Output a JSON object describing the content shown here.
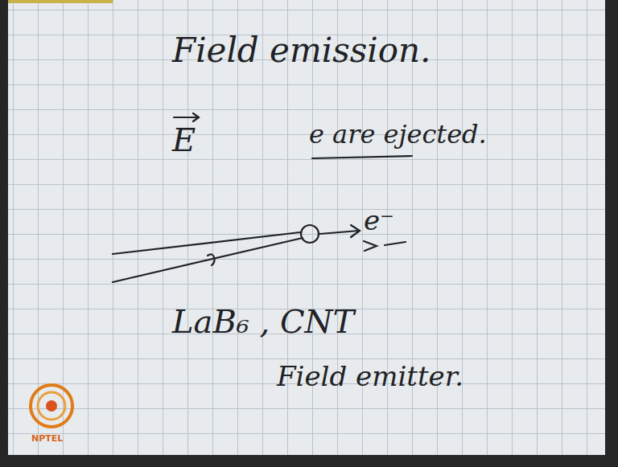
{
  "diagram": {
    "title": "Field emission.",
    "labels": [
      "E",
      "e are ejected.",
      "e⁻",
      "LaB₆ , CNT",
      "Field emitter.",
      "NPTEL"
    ]
  }
}
